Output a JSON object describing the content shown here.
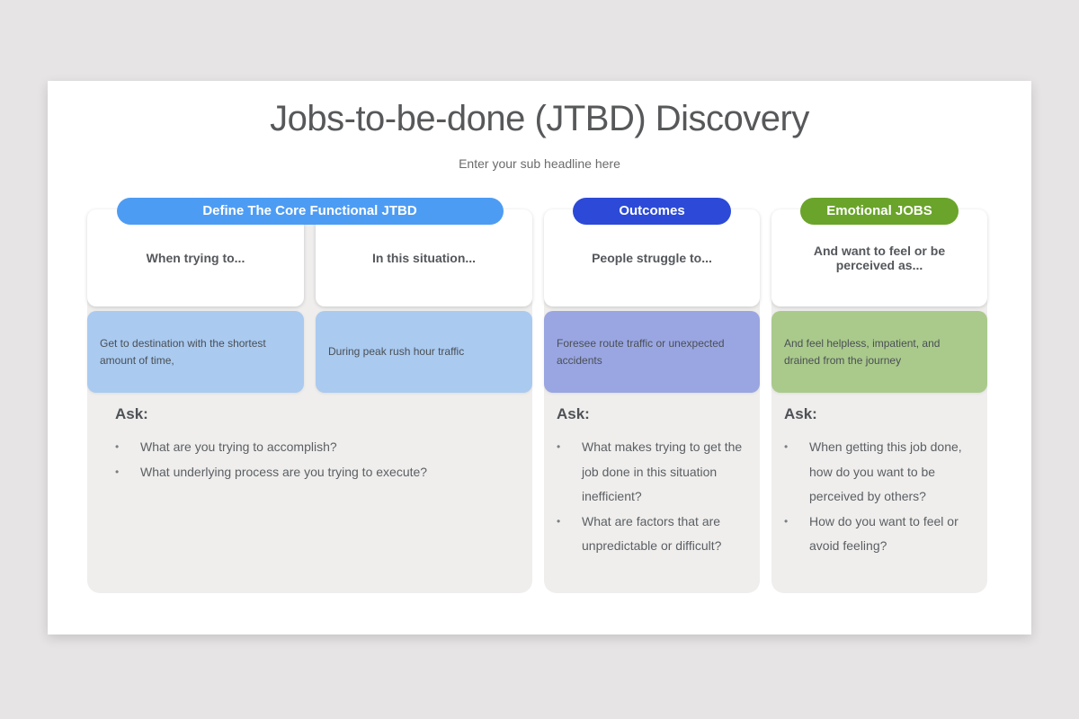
{
  "header": {
    "title": "Jobs-to-be-done (JTBD) Discovery",
    "subtitle": "Enter your sub headline here"
  },
  "colors": {
    "page_background": "#e6e4e4",
    "slide_background": "#ffffff",
    "panel_background": "#efeeed",
    "badge_functional_blue": "#4d9cf4",
    "badge_outcomes_blue": "#2c4ad7",
    "badge_emotional_green": "#6aa42a",
    "card_light_blue": "#aacaf0",
    "card_periwinkle": "#9aa6e2",
    "card_green": "#aaca8c"
  },
  "groups": [
    {
      "badge": "Define The Core Functional JTBD",
      "badge_color": "#4d9cf4",
      "columns": [
        {
          "heading": "When trying to...",
          "card_text": "Get to destination with the shortest amount of time,",
          "card_color": "#aacaf0"
        },
        {
          "heading": "In this situation...",
          "card_text": "During peak rush hour traffic",
          "card_color": "#aacaf0"
        }
      ],
      "ask_label": "Ask:",
      "questions": [
        "What are you trying to accomplish?",
        "What underlying process are you trying to execute?"
      ]
    },
    {
      "badge": "Outcomes",
      "badge_color": "#2c4ad7",
      "columns": [
        {
          "heading": "People struggle to...",
          "card_text": "Foresee route traffic or unexpected accidents",
          "card_color": "#9aa6e2"
        }
      ],
      "ask_label": "Ask:",
      "questions": [
        "What makes trying to get the job done in this situation inefficient?",
        "What are factors that are unpredictable or difficult?"
      ]
    },
    {
      "badge": "Emotional JOBS",
      "badge_color": "#6aa42a",
      "columns": [
        {
          "heading": "And want to feel or be perceived as...",
          "card_text": "And feel helpless, impatient, and drained from the journey",
          "card_color": "#aaca8c"
        }
      ],
      "ask_label": "Ask:",
      "questions": [
        "When getting this job done, how do you want to be perceived by others?",
        "How do you want to feel or avoid feeling?"
      ]
    }
  ]
}
